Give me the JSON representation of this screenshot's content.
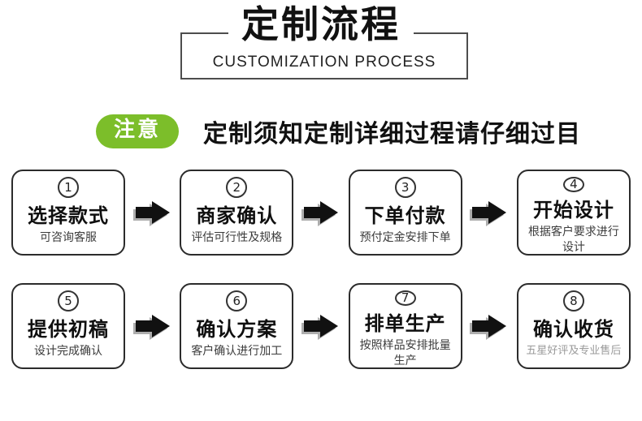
{
  "header": {
    "title": "定制流程",
    "subtitle": "CUSTOMIZATION PROCESS"
  },
  "notice": {
    "badge": "注意",
    "text": "定制须知定制详细过程请仔细过目"
  },
  "steps": [
    {
      "number": "1",
      "title": "选择款式",
      "subtitle": "可咨询客服"
    },
    {
      "number": "2",
      "title": "商家确认",
      "subtitle": "评估可行性及规格"
    },
    {
      "number": "3",
      "title": "下单付款",
      "subtitle": "预付定金安排下单"
    },
    {
      "number": "4",
      "title": "开始设计",
      "subtitle": "根据客户要求进行设计"
    },
    {
      "number": "5",
      "title": "提供初稿",
      "subtitle": "设计完成确认"
    },
    {
      "number": "6",
      "title": "确认方案",
      "subtitle": "客户确认进行加工"
    },
    {
      "number": "7",
      "title": "排单生产",
      "subtitle": "按照样品安排批量生产"
    },
    {
      "number": "8",
      "title": "确认收货",
      "subtitle": "五星好评及专业售后"
    }
  ],
  "colors": {
    "badge_green": "#7cbe2a",
    "arrow_black": "#111111",
    "arrow_shadow": "#adadad",
    "box_border": "#2b2b2b",
    "muted_subtitle": "#9a9a9a"
  }
}
